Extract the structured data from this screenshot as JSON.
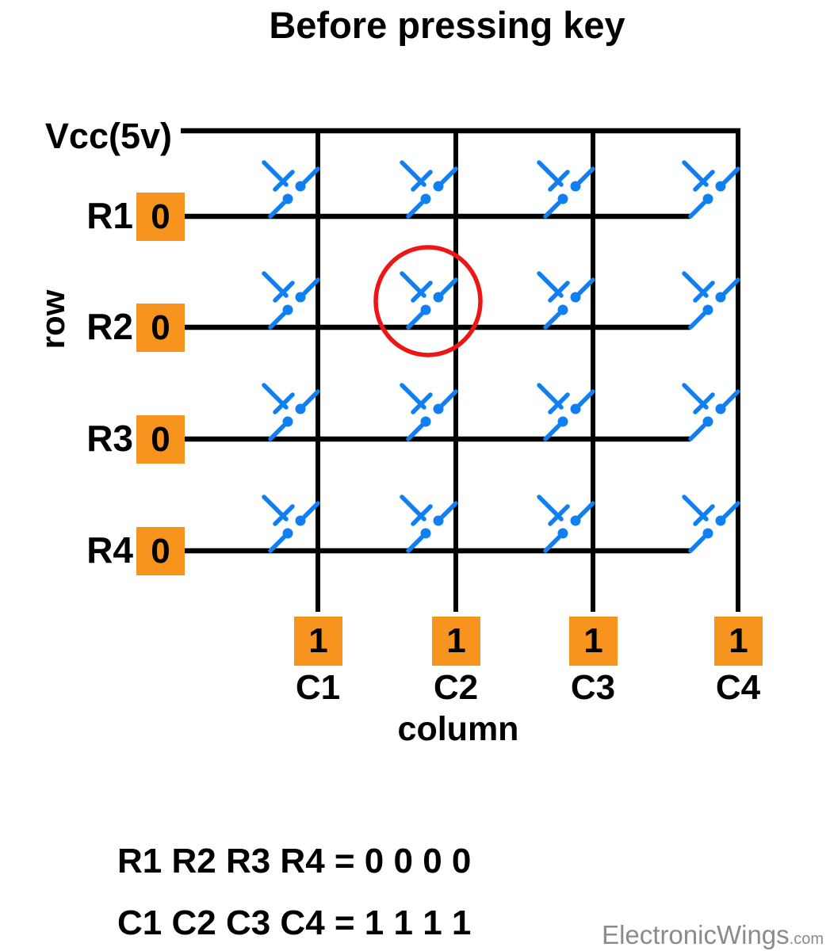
{
  "title": "Before pressing key",
  "vcc_label": "Vcc(5v)",
  "row_axis_label": "row",
  "column_axis_label": "column",
  "rows": [
    {
      "label": "R1",
      "value": "0"
    },
    {
      "label": "R2",
      "value": "0"
    },
    {
      "label": "R3",
      "value": "0"
    },
    {
      "label": "R4",
      "value": "0"
    }
  ],
  "columns": [
    {
      "label": "C1",
      "value": "1"
    },
    {
      "label": "C2",
      "value": "1"
    },
    {
      "label": "C3",
      "value": "1"
    },
    {
      "label": "C4",
      "value": "1"
    }
  ],
  "highlight": {
    "row": "R2",
    "column": "C2"
  },
  "equations": [
    "R1 R2 R3 R4 = 0 0 0 0",
    "C1 C2 C3 C4 = 1 1 1 1"
  ],
  "watermark": {
    "name": "ElectronicWings",
    "suffix": ".com"
  },
  "colors": {
    "wire": "#000000",
    "switch": "#0f7ff2",
    "highlight_circle": "#ee1515",
    "terminal_box": "#f7941d",
    "watermark": "#8b8b8b"
  }
}
